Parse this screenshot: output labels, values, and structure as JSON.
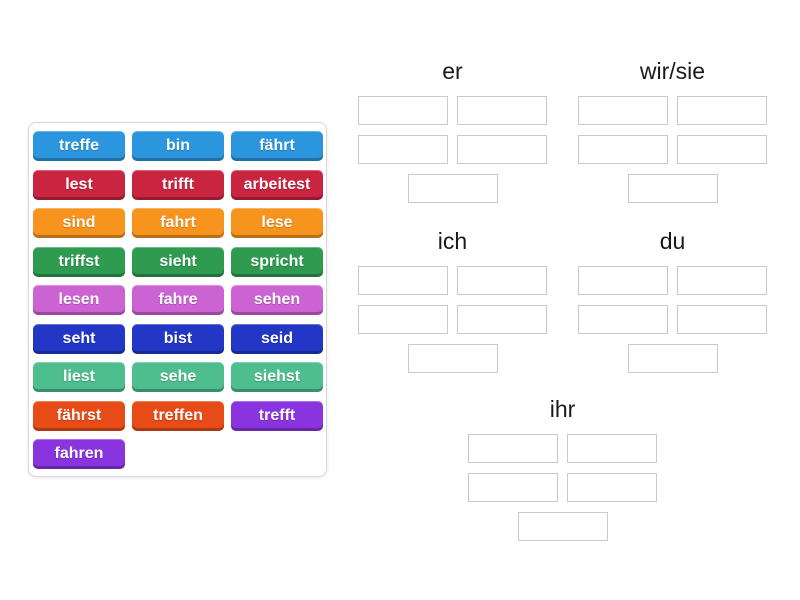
{
  "tile_panel": {
    "tiles": [
      {
        "label": "treffe",
        "color": "#2b96dd"
      },
      {
        "label": "bin",
        "color": "#2b96dd"
      },
      {
        "label": "fährt",
        "color": "#2b96dd"
      },
      {
        "label": "lest",
        "color": "#c92440"
      },
      {
        "label": "trifft",
        "color": "#c92440"
      },
      {
        "label": "arbeitest",
        "color": "#c92440"
      },
      {
        "label": "sind",
        "color": "#f7941e"
      },
      {
        "label": "fahrt",
        "color": "#f7941e"
      },
      {
        "label": "lese",
        "color": "#f7941e"
      },
      {
        "label": "triffst",
        "color": "#2e9b50"
      },
      {
        "label": "sieht",
        "color": "#2e9b50"
      },
      {
        "label": "spricht",
        "color": "#2e9b50"
      },
      {
        "label": "lesen",
        "color": "#cc63d3"
      },
      {
        "label": "fahre",
        "color": "#cc63d3"
      },
      {
        "label": "sehen",
        "color": "#cc63d3"
      },
      {
        "label": "seht",
        "color": "#2337c6"
      },
      {
        "label": "bist",
        "color": "#2337c6"
      },
      {
        "label": "seid",
        "color": "#2337c6"
      },
      {
        "label": "liest",
        "color": "#4ebe8f"
      },
      {
        "label": "sehe",
        "color": "#4ebe8f"
      },
      {
        "label": "siehst",
        "color": "#4ebe8f"
      },
      {
        "label": "fährst",
        "color": "#e74b17"
      },
      {
        "label": "treffen",
        "color": "#e74b17"
      },
      {
        "label": "trefft",
        "color": "#8a34e0"
      },
      {
        "label": "fahren",
        "color": "#8a34e0"
      }
    ]
  },
  "groups": [
    {
      "id": "er",
      "label": "er",
      "slot_count": 5
    },
    {
      "id": "wir-sie",
      "label": "wir/sie",
      "slot_count": 5
    },
    {
      "id": "ich",
      "label": "ich",
      "slot_count": 5
    },
    {
      "id": "du",
      "label": "du",
      "slot_count": 5
    },
    {
      "id": "ihr",
      "label": "ihr",
      "slot_count": 5
    }
  ]
}
